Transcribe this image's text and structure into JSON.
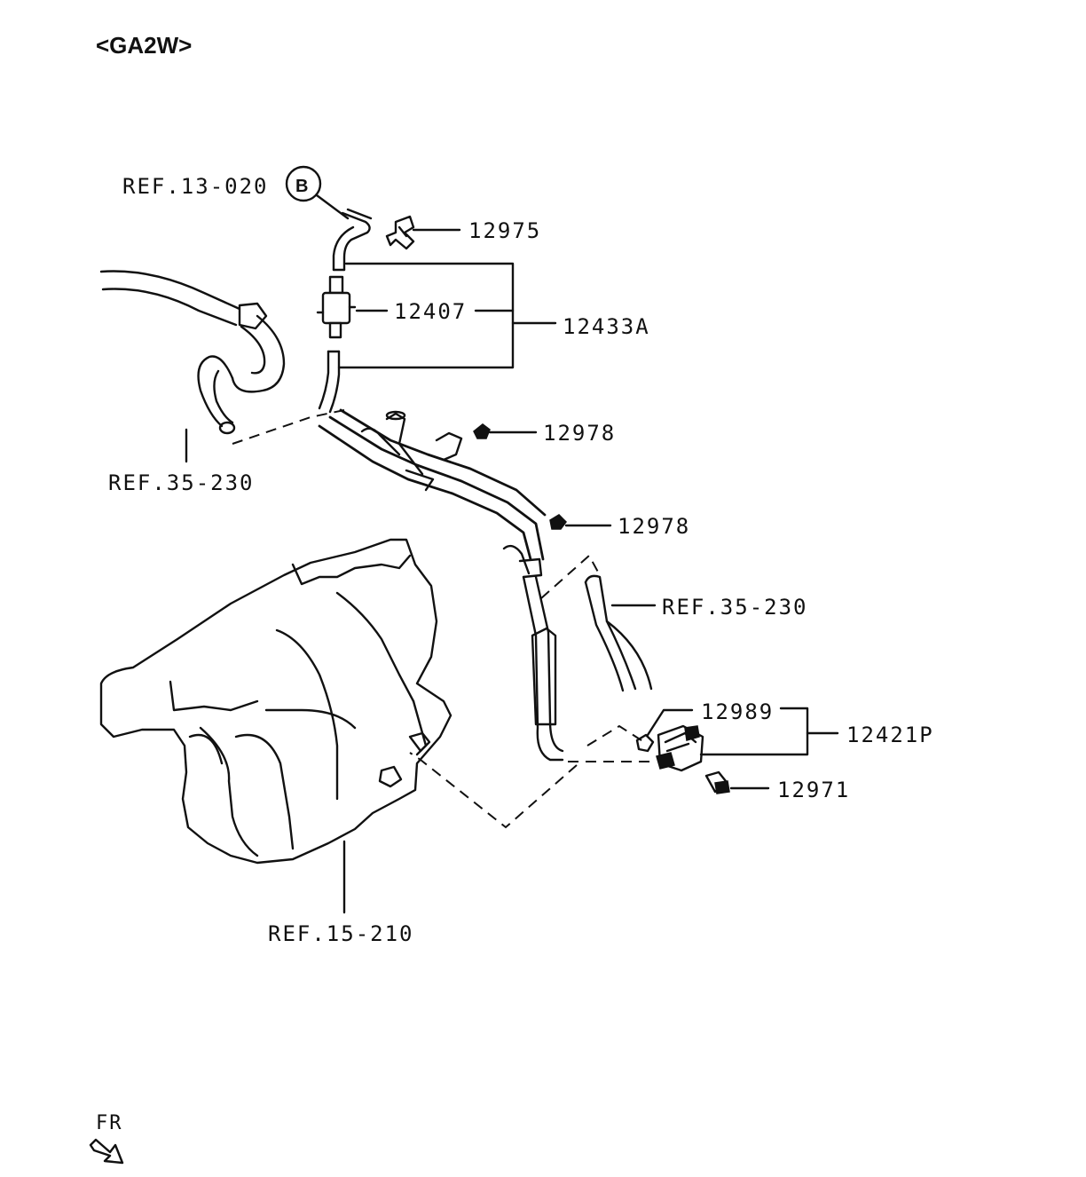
{
  "title": "<GA2W>",
  "circle_ref": "B",
  "labels": {
    "ref_13_020": "REF.13-020",
    "p12975": "12975",
    "p12407": "12407",
    "p12433A": "12433A",
    "ref_35_230_left": "REF.35-230",
    "p12978_a": "12978",
    "p12978_b": "12978",
    "ref_35_230_right": "REF.35-230",
    "p12989": "12989",
    "p12421P": "12421P",
    "p12971": "12971",
    "ref_15_210": "REF.15-210"
  },
  "direction": {
    "label": "FR"
  }
}
